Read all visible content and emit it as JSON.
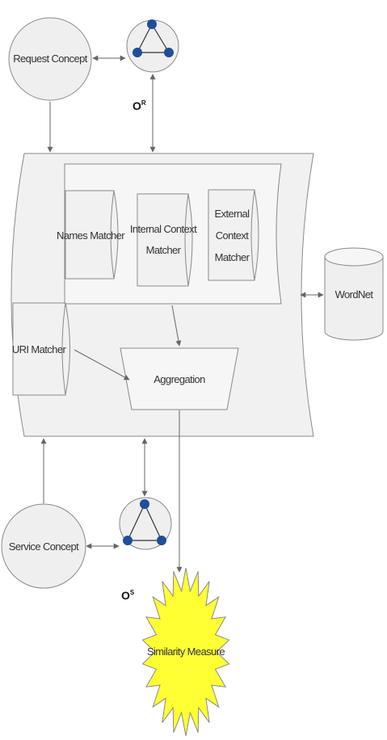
{
  "nodes": {
    "request_concept": "Request Concept",
    "service_concept": "Service Concept",
    "names_matcher": "Names Matcher",
    "internal_context_matcher": [
      "Internal Context",
      "Matcher"
    ],
    "external_context_matcher": [
      "External",
      "Context",
      "Matcher"
    ],
    "uri_matcher": "URI Matcher",
    "aggregation": "Aggregation",
    "wordnet": "WordNet",
    "similarity_measure": "Similarity Measure"
  },
  "ontology_labels": {
    "request": {
      "base": "O",
      "sup": "R"
    },
    "service": {
      "base": "O",
      "sup": "S"
    }
  },
  "colors": {
    "shape_fill": "#efefef",
    "shape_stroke": "#8a8a8a",
    "graph_node": "#1f4e9a",
    "star_fill": "#ffff33",
    "arrow": "#666666"
  }
}
